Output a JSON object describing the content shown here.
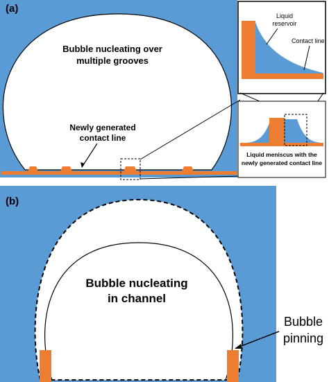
{
  "colors": {
    "liquid": "#5b9bd5",
    "solid": "#ed7d31",
    "vapor": "#ffffff",
    "outline": "#000000",
    "panel_bg": "#ffffff"
  },
  "panel_a": {
    "label": "(a)",
    "bubble_title_line1": "Bubble nucleating over",
    "bubble_title_line2": "multiple grooves",
    "contact_line_line1": "Newly generated",
    "contact_line_line2": "contact line",
    "inset_top": {
      "reservoir_line1": "Liquid",
      "reservoir_line2": "reservoir",
      "contact_line": "Contact line"
    },
    "inset_bottom": {
      "caption_line1": "Liquid meniscus with the",
      "caption_line2": "newly generated contact line"
    }
  },
  "panel_b": {
    "label": "(b)",
    "bubble_title_line1": "Bubble nucleating",
    "bubble_title_line2": "in channel",
    "pinning_line1": "Bubble",
    "pinning_line2": "pinning"
  }
}
